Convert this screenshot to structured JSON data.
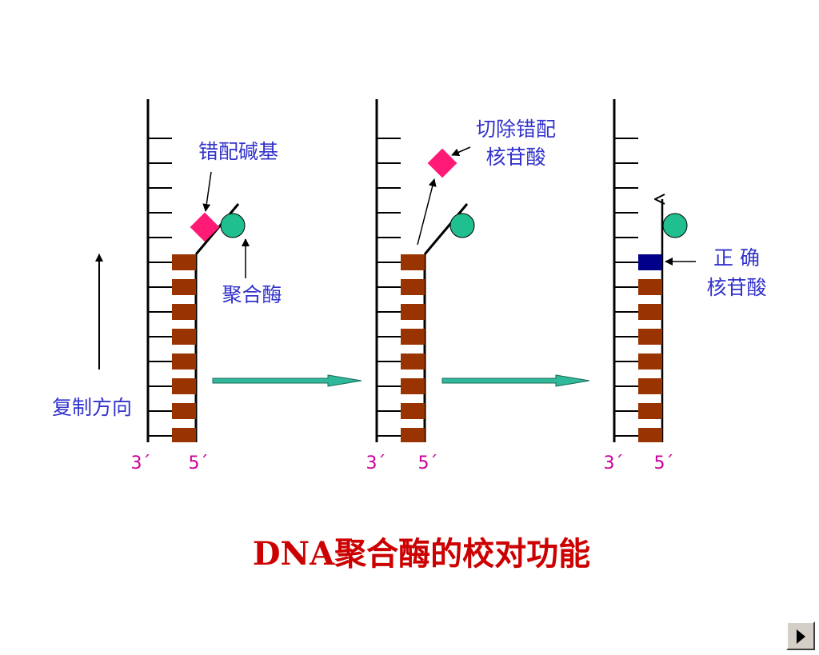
{
  "title": "DNA聚合酶的校对功能",
  "colors": {
    "label": "#3333cc",
    "prime": "#cc0099",
    "title": "#cc0000",
    "base": "#993300",
    "mismatch": "#ff1a75",
    "enzyme": "#1fbf8f",
    "correct": "#00008b",
    "arrow": "#2fb89a"
  },
  "labels": {
    "mismatch_base": "错配碱基",
    "polymerase": "聚合酶",
    "direction": "复制方向",
    "excise_line1": "切除错配",
    "excise_line2": "核苷酸",
    "correct_line1": "正 确",
    "correct_line2": "核苷酸"
  },
  "panels": [
    {
      "prime3": "3´",
      "prime5": "5´"
    },
    {
      "prime3": "3´",
      "prime5": "5´"
    },
    {
      "prime3": "3´",
      "prime5": "5´"
    }
  ],
  "controls": {
    "next_icon": "play-icon"
  }
}
